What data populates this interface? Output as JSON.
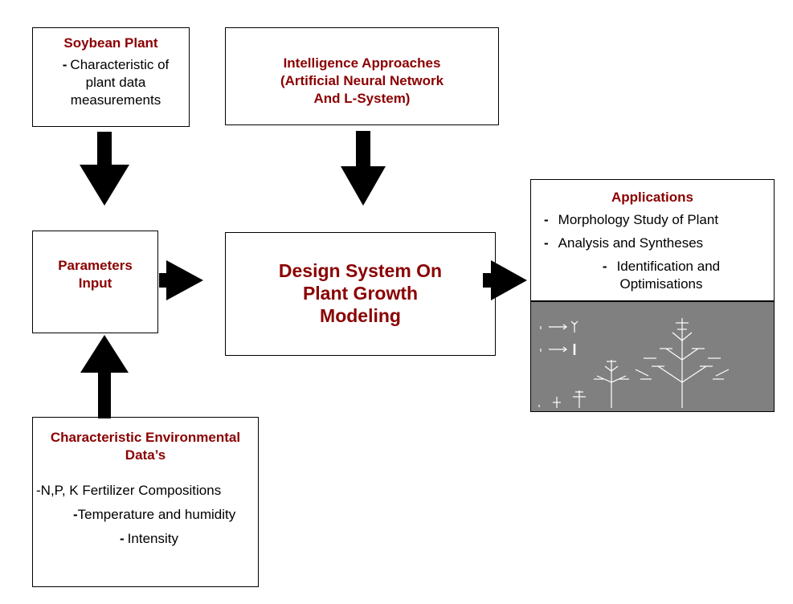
{
  "soybean": {
    "title": "Soybean Plant",
    "dash": "-",
    "line1": "Characteristic of",
    "line2": "plant data",
    "line3": "measurements"
  },
  "intelligence": {
    "line1": "Intelligence Approaches",
    "line2": "(Artificial Neural Network",
    "line3": "And L-System)"
  },
  "parameters": {
    "line1": "Parameters",
    "line2": "Input"
  },
  "design": {
    "line1": "Design System On",
    "line2": "Plant Growth",
    "line3": "Modeling"
  },
  "applications": {
    "title": "Applications",
    "items": [
      {
        "dash": "-",
        "text": "Morphology Study of Plant"
      },
      {
        "dash": "-",
        "text": "Analysis and Syntheses"
      },
      {
        "dash": "-",
        "text": "Identification and",
        "text2": "Optimisations"
      }
    ]
  },
  "environment": {
    "line1": "Characteristic Environmental",
    "line2": "Data’s",
    "items": [
      {
        "dash": "-",
        "text": "N,P, K Fertilizer Compositions"
      },
      {
        "dash": "-",
        "text": "Temperature and humidity"
      },
      {
        "dash": "-",
        "text": "Intensity"
      }
    ]
  },
  "colors": {
    "title": "#8b0000",
    "image_bg": "#808080",
    "arrow": "#000000"
  }
}
